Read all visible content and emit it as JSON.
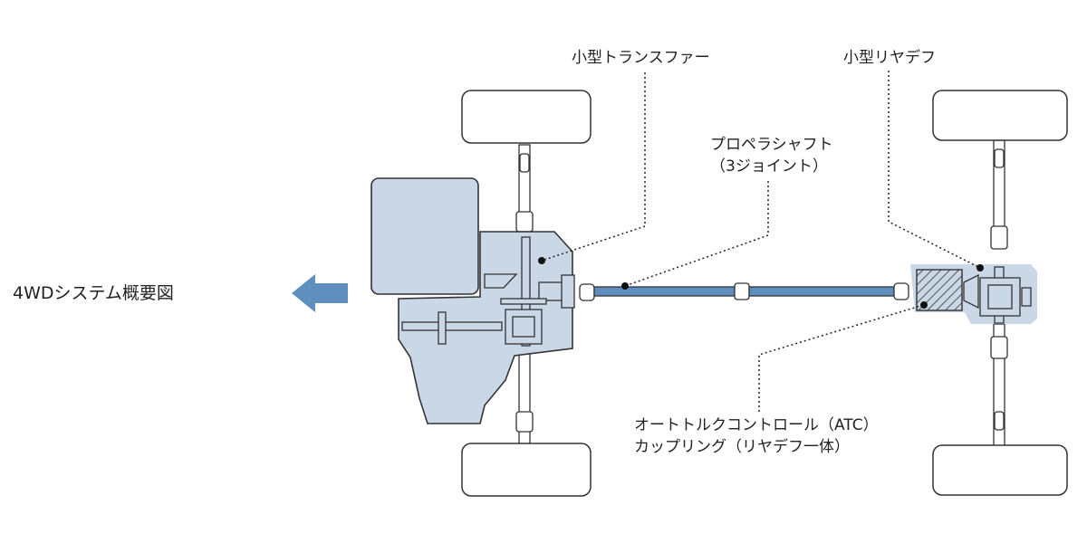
{
  "diagram": {
    "title": "4WDシステム概要図",
    "labels": {
      "transfer": "小型トランスファー",
      "rear_diff": "小型リヤデフ",
      "propeller_line1": "プロペラシャフト",
      "propeller_line2": "（3ジョイント）",
      "atc_line1": "オートトルクコントロール（ATC）",
      "atc_line2": "カップリング（リヤデフ一体）"
    },
    "colors": {
      "body_fill": "#c9d7e6",
      "shaft_blue": "#5f8fbf",
      "arrow_blue": "#5f8fbf",
      "outline": "#333333"
    }
  }
}
